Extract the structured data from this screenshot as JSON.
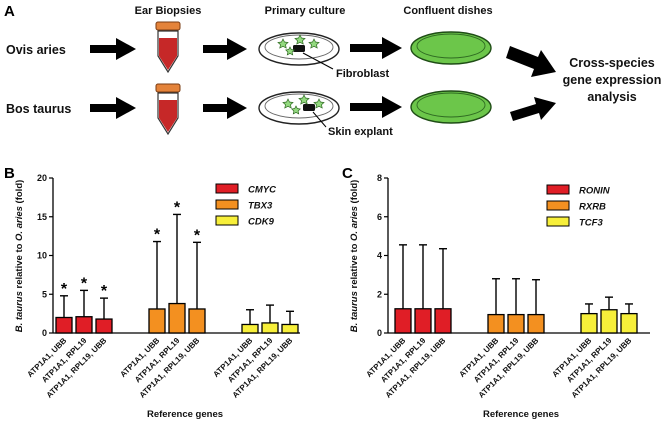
{
  "panel_a": {
    "letter": "A",
    "step_labels": [
      "Ear Biopsies",
      "Primary culture",
      "Confluent dishes"
    ],
    "species": [
      "Ovis aries",
      "Bos taurus"
    ],
    "callouts": [
      "Fibroblast",
      "Skin explant"
    ],
    "final_label": [
      "Cross-species",
      "gene expression",
      "analysis"
    ]
  },
  "colors": {
    "red": "#e01e26",
    "orange": "#f39020",
    "yellow": "#f7ef3a",
    "dish_green": "#6cc64a",
    "star_green": "#93d97f",
    "tube_red": "#c62828",
    "tube_cap": "#e4833a"
  },
  "chart_data": [
    {
      "panel": "B",
      "type": "bar",
      "ylabel_italic_1": "B. taurus",
      "ylabel_mid": " relative to ",
      "ylabel_italic_2": "O. aries",
      "ylabel_tail": " (fold)",
      "xlabel": "Reference genes",
      "ylim": [
        0,
        20
      ],
      "yticks": [
        0,
        5,
        10,
        15,
        20
      ],
      "legend": [
        "CMYC",
        "TBX3",
        "CDK9"
      ],
      "legend_position": "top-right",
      "categories": [
        "ATP1A1, UBB",
        "ATP1A1, RPL19",
        "ATP1A1, RPL19, UBB"
      ],
      "series": [
        {
          "name": "CMYC",
          "color": "#e01e26",
          "values": [
            2.0,
            2.1,
            1.8
          ],
          "err": [
            4.8,
            5.5,
            4.5
          ],
          "sig": [
            true,
            true,
            true
          ]
        },
        {
          "name": "TBX3",
          "color": "#f39020",
          "values": [
            3.1,
            3.8,
            3.1
          ],
          "err": [
            11.8,
            15.3,
            11.7
          ],
          "sig": [
            true,
            true,
            true
          ]
        },
        {
          "name": "CDK9",
          "color": "#f7ef3a",
          "values": [
            1.1,
            1.3,
            1.1
          ],
          "err": [
            3.0,
            3.6,
            2.8
          ],
          "sig": [
            false,
            false,
            false
          ]
        }
      ],
      "significance_marker": "*"
    },
    {
      "panel": "C",
      "type": "bar",
      "ylabel_italic_1": "B. taurus",
      "ylabel_mid": " relative to ",
      "ylabel_italic_2": "O. aries",
      "ylabel_tail": " (fold)",
      "xlabel": "Reference genes",
      "ylim": [
        0,
        8
      ],
      "yticks": [
        0,
        2,
        4,
        6,
        8
      ],
      "legend": [
        "RONIN",
        "RXRB",
        "TCF3"
      ],
      "legend_position": "top-right",
      "categories": [
        "ATP1A1, UBB",
        "ATP1A1, RPL19",
        "ATP1A1, RPL19, UBB"
      ],
      "series": [
        {
          "name": "RONIN",
          "color": "#e01e26",
          "values": [
            1.25,
            1.25,
            1.25
          ],
          "err": [
            4.55,
            4.55,
            4.35
          ],
          "sig": [
            false,
            false,
            false
          ]
        },
        {
          "name": "RXRB",
          "color": "#f39020",
          "values": [
            0.95,
            0.95,
            0.95
          ],
          "err": [
            2.8,
            2.8,
            2.75
          ],
          "sig": [
            false,
            false,
            false
          ]
        },
        {
          "name": "TCF3",
          "color": "#f7ef3a",
          "values": [
            1.0,
            1.2,
            1.0
          ],
          "err": [
            1.5,
            1.85,
            1.5
          ],
          "sig": [
            false,
            false,
            false
          ]
        }
      ],
      "significance_marker": "*"
    }
  ]
}
